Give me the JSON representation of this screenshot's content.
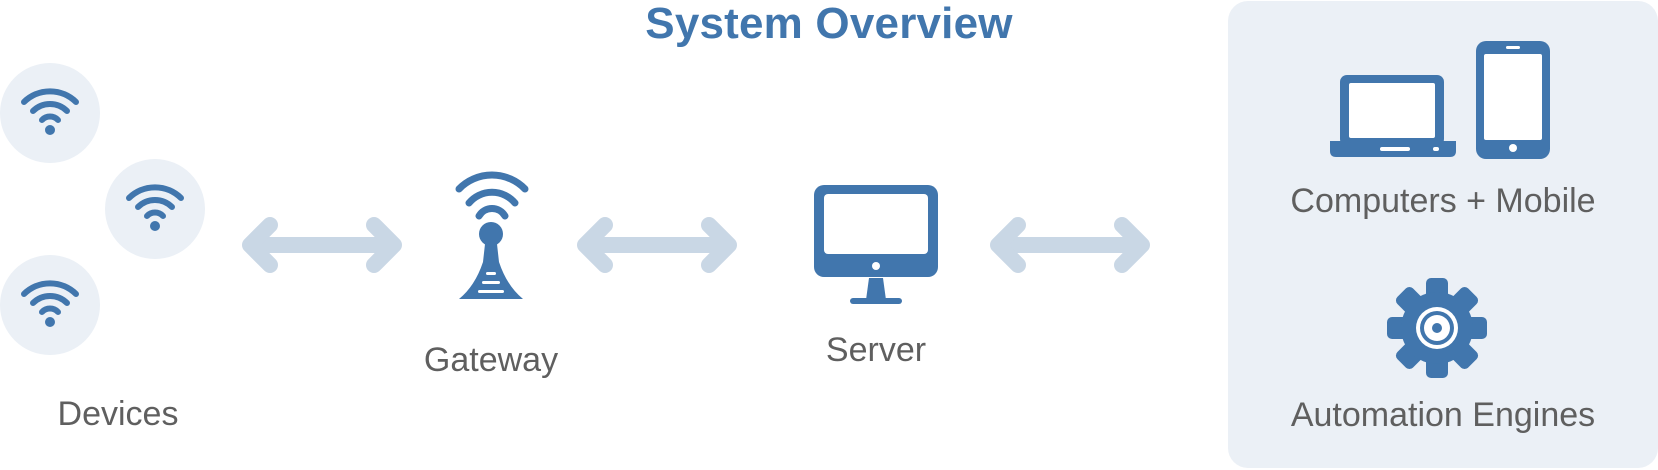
{
  "title": "System Overview",
  "nodes": {
    "devices": {
      "label": "Devices",
      "icon": "wifi-icon"
    },
    "gateway": {
      "label": "Gateway",
      "icon": "gateway-antenna-icon"
    },
    "server": {
      "label": "Server",
      "icon": "desktop-monitor-icon"
    },
    "computers_mobile": {
      "label": "Computers + Mobile",
      "icons": [
        "laptop-icon",
        "smartphone-icon"
      ]
    },
    "automation_engines": {
      "label": "Automation Engines",
      "icon": "gear-icon"
    }
  },
  "colors": {
    "primary": "#4176ad",
    "arrow": "#c9d7e5",
    "device_circle": "#ebf0f6",
    "panel": "#ebf0f6",
    "label": "#5f5f5f"
  }
}
